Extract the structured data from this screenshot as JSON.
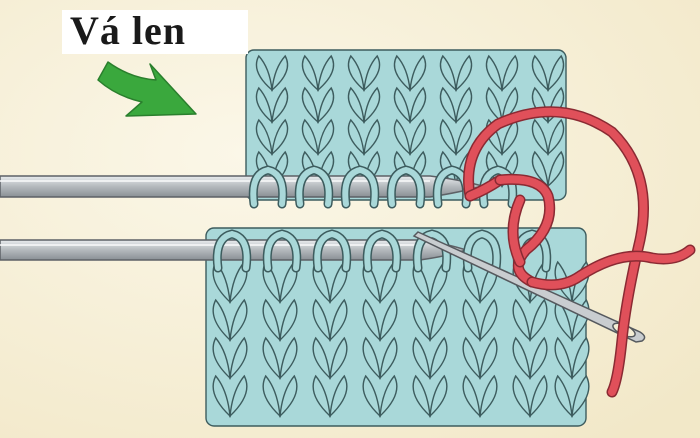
{
  "title": "Vá len",
  "colors": {
    "background": "#f6efd6",
    "yarn": "#a9d8d9",
    "yarn_outline": "#3d5c5e",
    "thread": "#e0505a",
    "needle": "#b8bcbf",
    "arrow": "#3aa83d"
  },
  "icons": {
    "arrow": "arrow-pointing-down-right",
    "upper_needle": "knitting-needle",
    "lower_needle": "knitting-needle",
    "tapestry_needle": "tapestry-needle"
  }
}
